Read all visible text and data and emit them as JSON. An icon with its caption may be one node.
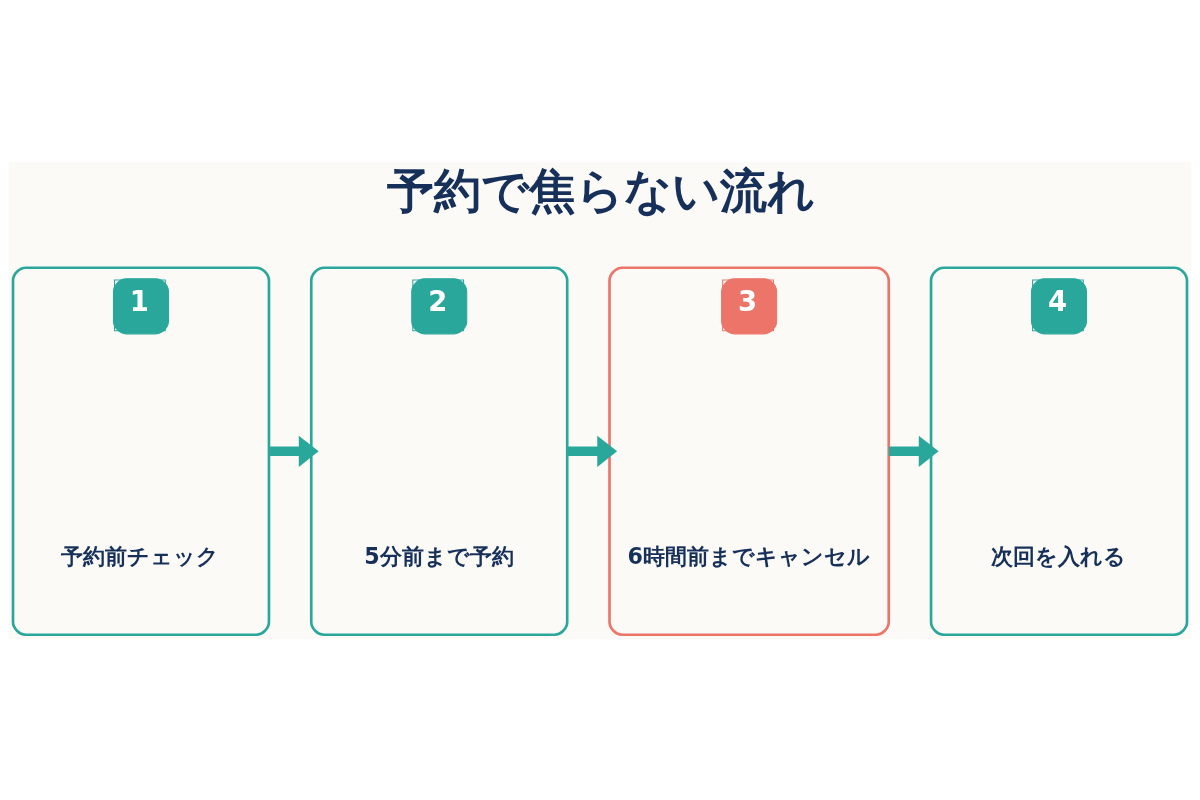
{
  "diagram": {
    "title": "予約で焦らない流れ",
    "nodes": [
      {
        "text": [
          "1",
          "予約前チェック"
        ]
      },
      {
        "text": [
          "2",
          "5分前まで予約"
        ]
      },
      {
        "text": [
          "3",
          "6時間前までキャンセル"
        ]
      },
      {
        "text": [
          "4",
          "次回を入れる"
        ]
      }
    ],
    "edges": [
      {
        "from": 0,
        "to": 1,
        "arrow": "to"
      },
      {
        "from": 1,
        "to": 2,
        "arrow": "to"
      },
      {
        "from": 2,
        "to": 3,
        "arrow": "to"
      }
    ]
  }
}
